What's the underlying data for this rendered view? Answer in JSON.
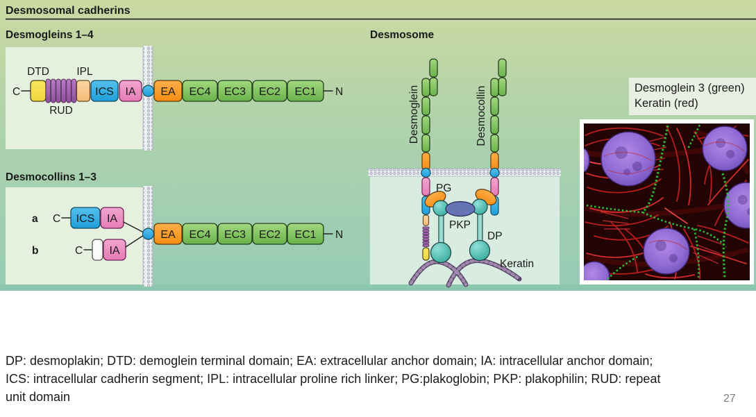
{
  "figure": {
    "title": "Desmosomal cadherins",
    "headers": {
      "desmogleins": "Desmogleins 1–4",
      "desmocollins": "Desmocollins 1–3",
      "desmosome": "Desmosome"
    },
    "terminals": {
      "c": "C",
      "n": "N"
    },
    "isoforms": {
      "a": "a",
      "b": "b"
    },
    "domains": {
      "dtd": "DTD",
      "rud": "RUD",
      "ipl": "IPL",
      "ics": "ICS",
      "ia": "IA",
      "ea": "EA",
      "ec4": "EC4",
      "ec3": "EC3",
      "ec2": "EC2",
      "ec1": "EC1"
    },
    "desmosome_labels": {
      "desmoglein": "Desmoglein",
      "desmocollin": "Desmocollin",
      "pg": "PG",
      "pkp": "PKP",
      "dp": "DP",
      "keratin": "Keratin"
    },
    "legend": {
      "line1": "Desmoglein 3 (green)",
      "line2": "Keratin (red)"
    },
    "colors": {
      "background_top": "#cbd9a2",
      "background_bottom": "#97cbb6",
      "bottom_band": "#8cc7b0",
      "panel": "#e6f0df",
      "cytoplasm_panel": "#d9ece1",
      "dtd_yellow": "#f2dd49",
      "rud_purple": "#a466ae",
      "ipl_peach": "#f7c788",
      "ics_blue": "#29a8e0",
      "ia_pink": "#ec8cc1",
      "ea_orange": "#f7941d",
      "ec_green": "#7cc05a",
      "pkp_blue": "#6673b5",
      "plaque_teal": "#3cb3a5",
      "keratin_purple": "#5a4668",
      "membrane_gray": "#eef0f4",
      "micrograph_red": "#c01f1f",
      "micrograph_green": "#2fbe3a",
      "micrograph_nucleus": "#7b5fc4"
    }
  },
  "caption": {
    "lines": [
      "DP: desmoplakin; DTD: demoglein terminal domain; EA: extracellular anchor domain; IA: intracellular anchor domain;",
      "ICS: intracellular cadherin segment; IPL: intracellular proline rich linker; PG:plakoglobin; PKP: plakophilin; RUD: repeat",
      "unit domain"
    ]
  },
  "page_number": "27"
}
